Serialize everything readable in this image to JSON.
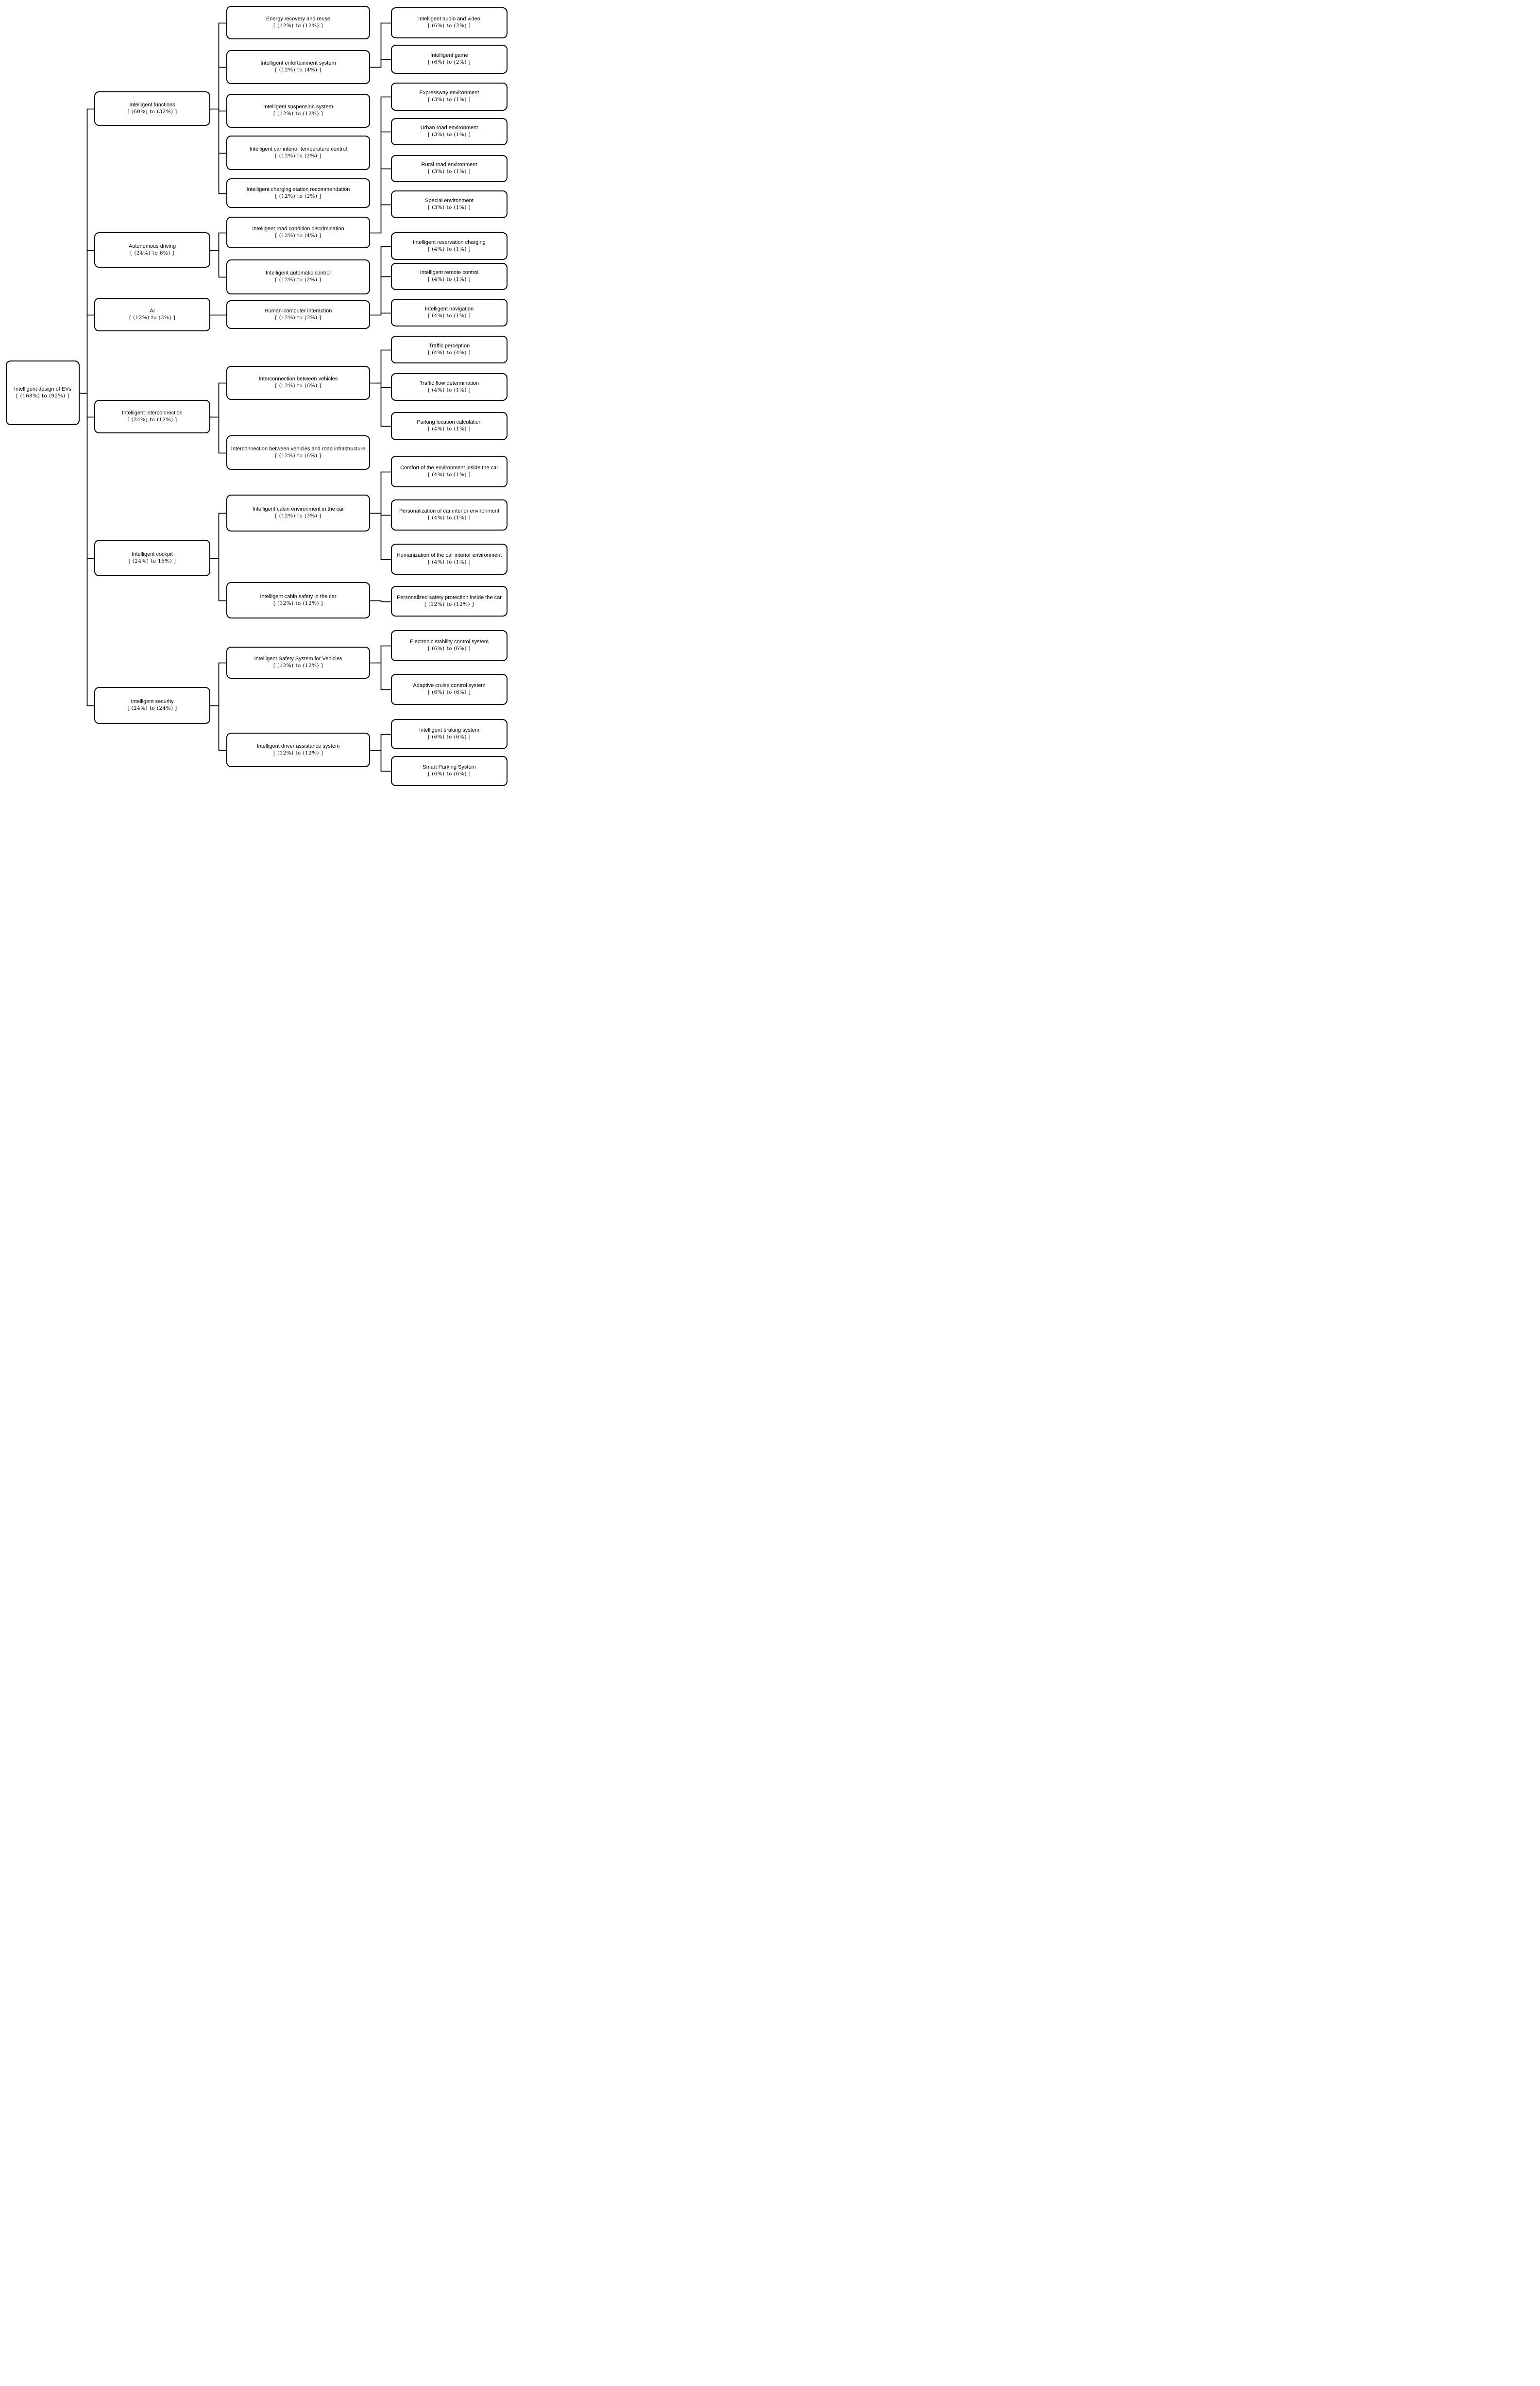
{
  "diagram": {
    "title": "Intelligent design of EVs hierarchy",
    "colors": {
      "box_border": "#000000",
      "box_background": "#ffffff",
      "line": "#000000"
    },
    "nodes": {
      "root": {
        "label": "Intelligent design of EVs",
        "range": "[ (168%) to (92%) ]"
      },
      "f": {
        "label": "Intelligent functions",
        "range": "[ (60%) to (32%) ]"
      },
      "ad": {
        "label": "Autonomous driving",
        "range": "[ (24%) to 6%) ]"
      },
      "ai": {
        "label": "AI",
        "range": "[ (12%) to (3%) ]"
      },
      "ic": {
        "label": "Intelligent interconnection",
        "range": "[ (24%) to (12%) ]"
      },
      "ck": {
        "label": "Intelligent cockpit",
        "range": "[ (24%) to 15%) ]"
      },
      "sec": {
        "label": "Intelligent security",
        "range": "[ (24%) to (24%) ]"
      },
      "energy": {
        "label": "Energy recovery and reuse",
        "range": "[ (12%) to (12%) ]"
      },
      "ent": {
        "label": "Intelligent entertainment system",
        "range": "[ (12%) to (4%) ]"
      },
      "susp": {
        "label": "Intelligent suspension system",
        "range": "[ (12%) to (12%) ]"
      },
      "temp": {
        "label": "Intelligent car interior temperature control",
        "range": "[ (12%) to (2%) ]"
      },
      "chg": {
        "label": "Intelligent charging station recommendation",
        "range": "[ (12%) to (2%) ]"
      },
      "road": {
        "label": "Intelligent road condition discrimination",
        "range": "[ (12%) to (4%) ]"
      },
      "auto": {
        "label": "Intelligent automatic control",
        "range": "[ (12%) to (2%) ]"
      },
      "hci": {
        "label": "Human-computer interaction",
        "range": "[ (12%) to (3%) ]"
      },
      "iv": {
        "label": "Interconnection between vehicles",
        "range": "[ (12%) to (6%) ]"
      },
      "ivr": {
        "label": "Interconnection between vehicles and road infrastructure",
        "range": "[ (12%) to (6%) ]"
      },
      "cabenv": {
        "label": "Intelligent cabin environment in the car",
        "range": "[ (12%) to (3%) ]"
      },
      "cabsaf": {
        "label": "Intelligent cabin safety in the car",
        "range": "[ (12%) to (12%) ]"
      },
      "issv": {
        "label": "Intelligent Safety System for Vehicles",
        "range": "[ (12%) to (12%) ]"
      },
      "idas": {
        "label": "Intelligent driver assistance system",
        "range": "[ (12%) to (12%) ]"
      },
      "audio": {
        "label": "Intelligent audio and video",
        "range": "[ (6%) to (2%) ]"
      },
      "game": {
        "label": "Intelligent game",
        "range": "[ (6%) to (2%) ]"
      },
      "expw": {
        "label": "Expressway environment",
        "range": "[ (3%) to (1%) ]"
      },
      "urban": {
        "label": "Urban road environment",
        "range": "[ (3%) to (1%) ]"
      },
      "rural": {
        "label": "Rural road environment",
        "range": "[ (3%) to (1%) ]"
      },
      "special": {
        "label": "Special environment",
        "range": "[ (3%) to (1%) ]"
      },
      "resv": {
        "label": "Intelligent reservation charging",
        "range": "[ (4%) to (1%) ]"
      },
      "remote": {
        "label": "Intelligent remote control",
        "range": "[ (4%) to (1%) ]"
      },
      "nav": {
        "label": "Intelligent navigation",
        "range": "[ (4%) to (1%) ]"
      },
      "tper": {
        "label": "Traffic perception",
        "range": "[ (4%) to (4%) ]"
      },
      "tflow": {
        "label": "Traffic flow determination",
        "range": "[ (4%) to (1%) ]"
      },
      "park": {
        "label": "Parking location calculation",
        "range": "[ (4%) to (1%) ]"
      },
      "comfort": {
        "label": "Comfort of the environment inside the car",
        "range": "[ (4%) to (1%) ]"
      },
      "person": {
        "label": "Personalization of car interior environment",
        "range": "[ (4%) to (1%) ]"
      },
      "human": {
        "label": "Humanization of the car interior environment",
        "range": "[ (4%) to (1%) ]"
      },
      "psafe": {
        "label": "Personalized safety protection inside the car",
        "range": "[ (12%) to (12%) ]"
      },
      "esc": {
        "label": "Electronic stability control system",
        "range": "[ (6%) to (6%) ]"
      },
      "acc": {
        "label": "Adaptive cruise control system",
        "range": "[ (6%) to (6%) ]"
      },
      "brake": {
        "label": "Intelligent braking system",
        "range": "[ (6%) to (6%) ]"
      },
      "spark": {
        "label": "Smart Parking System",
        "range": "[ (6%) to (6%) ]"
      }
    },
    "tree": {
      "root_id": "root",
      "children": {
        "root": [
          "f",
          "ad",
          "ai",
          "ic",
          "ck",
          "sec"
        ],
        "f": [
          "energy",
          "ent",
          "susp",
          "temp",
          "chg"
        ],
        "ent": [
          "audio",
          "game"
        ],
        "ad": [
          "road",
          "auto"
        ],
        "road": [
          "expw",
          "urban",
          "rural",
          "special"
        ],
        "ai": [
          "hci"
        ],
        "hci": [
          "resv",
          "remote",
          "nav"
        ],
        "ic": [
          "iv",
          "ivr"
        ],
        "iv": [
          "tper",
          "tflow",
          "park"
        ],
        "ck": [
          "cabenv",
          "cabsaf"
        ],
        "cabenv": [
          "comfort",
          "person",
          "human"
        ],
        "cabsaf": [
          "psafe"
        ],
        "sec": [
          "issv",
          "idas"
        ],
        "issv": [
          "esc",
          "acc"
        ],
        "idas": [
          "brake",
          "spark"
        ]
      }
    }
  }
}
